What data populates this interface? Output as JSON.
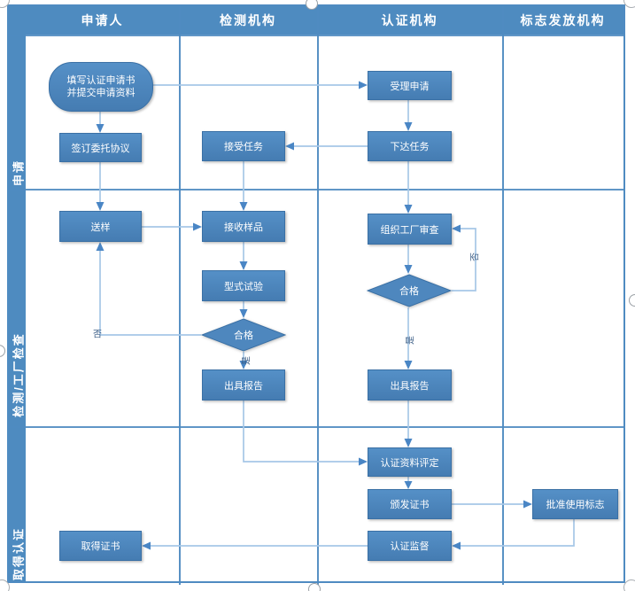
{
  "diagram": {
    "columns": [
      {
        "label": "申请人"
      },
      {
        "label": "检测机构"
      },
      {
        "label": "认证机构"
      },
      {
        "label": "标志发放机构"
      }
    ],
    "lanes": [
      {
        "label": "申请"
      },
      {
        "label": "检测/工厂检查"
      },
      {
        "label": "取得认证"
      }
    ],
    "nodes": {
      "fill_application": {
        "shape": "terminator",
        "line1": "填写认证申请书",
        "line2": "并提交申请资料"
      },
      "sign_agreement": {
        "shape": "process",
        "label": "签订委托协议"
      },
      "accept_application": {
        "shape": "process",
        "label": "受理申请"
      },
      "assign_task": {
        "shape": "process",
        "label": "下达任务"
      },
      "receive_task": {
        "shape": "process",
        "label": "接受任务"
      },
      "send_sample": {
        "shape": "process",
        "label": "送样"
      },
      "receive_sample": {
        "shape": "process",
        "label": "接收样品"
      },
      "type_test": {
        "shape": "process",
        "label": "型式试验"
      },
      "test_qualified": {
        "shape": "decision",
        "label": "合格"
      },
      "issue_report_test": {
        "shape": "process",
        "label": "出具报告"
      },
      "factory_audit": {
        "shape": "process",
        "label": "组织工厂审查"
      },
      "audit_qualified": {
        "shape": "decision",
        "label": "合格"
      },
      "issue_report_cert": {
        "shape": "process",
        "label": "出具报告"
      },
      "evaluate_materials": {
        "shape": "process",
        "label": "认证资料评定"
      },
      "issue_certificate": {
        "shape": "process",
        "label": "颁发证书"
      },
      "approve_mark_use": {
        "shape": "process",
        "label": "批准使用标志"
      },
      "cert_supervision": {
        "shape": "process",
        "label": "认证监督"
      },
      "obtain_certificate": {
        "shape": "process",
        "label": "取得证书"
      }
    },
    "edge_labels": {
      "test_no": "否",
      "test_yes": "是",
      "audit_no": "否",
      "audit_yes": "是"
    },
    "colors": {
      "band": "#4e8bc0",
      "grid": "#4f8bc1",
      "shape_fill_top": "#5590c7",
      "shape_fill_bottom": "#457cb2",
      "shape_border": "#3a70a5",
      "connector": "#a6c7e7",
      "arrow": "#4a86c5",
      "edge_label_text": "#3a5c85"
    }
  }
}
